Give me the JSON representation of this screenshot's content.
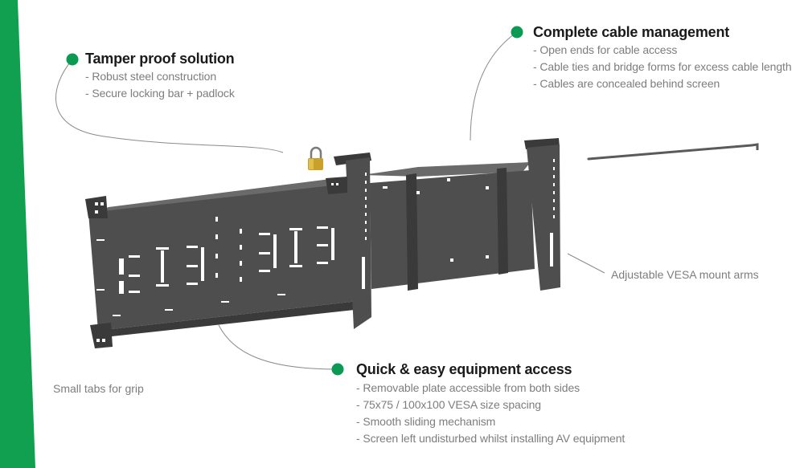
{
  "colors": {
    "accent": "#0a9a52",
    "strip": "#10a050",
    "metal": "#4e4e4e",
    "metal_light": "#6a6a6a",
    "metal_dark": "#3a3a3a"
  },
  "callouts": {
    "tamper": {
      "title": "Tamper proof solution",
      "bullets": [
        "- Robust steel construction",
        "- Secure locking bar + padlock"
      ]
    },
    "cable": {
      "title": "Complete cable management",
      "bullets": [
        "- Open ends for cable access",
        "- Cable ties and bridge forms for excess cable length",
        "- Cables are concealed behind screen"
      ]
    },
    "access": {
      "title": "Quick & easy equipment access",
      "bullets": [
        "- Removable plate accessible from both sides",
        "- 75x75 / 100x100 VESA size spacing",
        "- Smooth sliding mechanism",
        "- Screen left undisturbed whilst installing AV equipment"
      ]
    }
  },
  "labels": {
    "vesa": "Adjustable VESA mount arms",
    "tabs": "Small tabs for grip"
  },
  "icons": [
    "padlock-icon"
  ]
}
